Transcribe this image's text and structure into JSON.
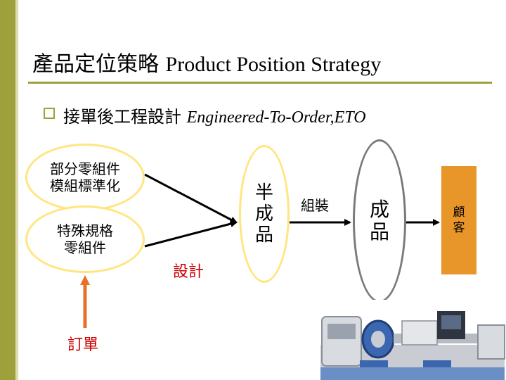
{
  "title": {
    "zh": "產品定位策略",
    "en": "Product Position Strategy"
  },
  "bullet": {
    "zh": "接單後工程設計",
    "en": "Engineered-To-Order,ETO"
  },
  "diagram": {
    "node_modular": "部分零組件 模組標準化",
    "node_modular_line1": "部分零組件",
    "node_modular_line2": "模組標準化",
    "node_special_line1": "特殊規格",
    "node_special_line2": "零組件",
    "design_label": "設計",
    "semi_product": "半成品",
    "assembly_label": "組裝",
    "product": "成品",
    "customer": "顧客",
    "order_label": "訂單"
  },
  "colors": {
    "accent": "#9ea03c",
    "oval_border": "#ffe680",
    "product_border": "#7a7a7a",
    "customer_bg": "#e8952a",
    "order_arrow": "#e8702a",
    "red_text": "#cc0000"
  }
}
